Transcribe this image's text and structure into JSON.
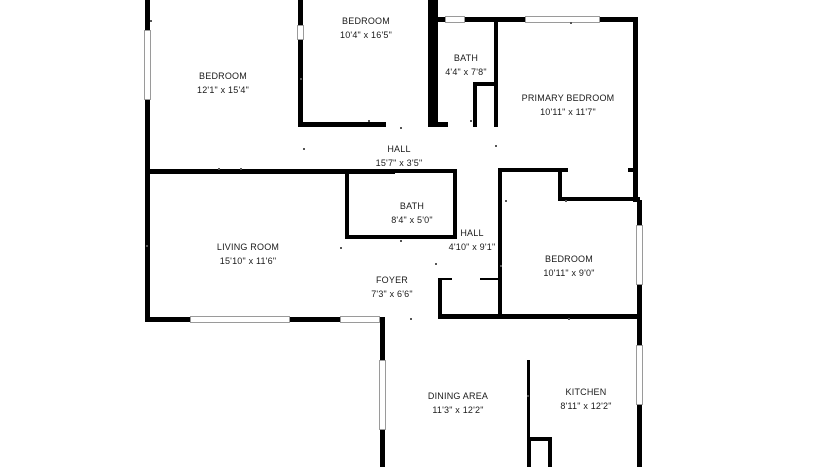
{
  "rooms": [
    {
      "name": "BEDROOM",
      "dims": "10'4\" x 16'5\""
    },
    {
      "name": "BEDROOM",
      "dims": "12'1\" x 15'4\""
    },
    {
      "name": "BATH",
      "dims": "4'4\" x 7'8\""
    },
    {
      "name": "PRIMARY BEDROOM",
      "dims": "10'11\" x 11'7\""
    },
    {
      "name": "HALL",
      "dims": "15'7\" x 3'5\""
    },
    {
      "name": "BATH",
      "dims": "8'4\" x 5'0\""
    },
    {
      "name": "HALL",
      "dims": "4'10\" x 9'1\""
    },
    {
      "name": "LIVING ROOM",
      "dims": "15'10\" x 11'6\""
    },
    {
      "name": "BEDROOM",
      "dims": "10'11\" x 9'0\""
    },
    {
      "name": "FOYER",
      "dims": "7'3\" x 6'6\""
    },
    {
      "name": "DINING AREA",
      "dims": "11'3\" x 12'2\""
    },
    {
      "name": "KITCHEN",
      "dims": "8'11\" x 12'2\""
    }
  ]
}
